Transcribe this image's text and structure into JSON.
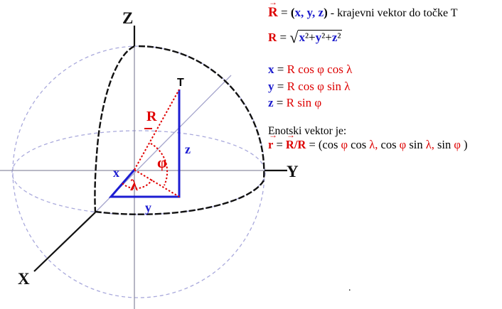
{
  "colors": {
    "formula_red": "#dd0000",
    "formula_blue": "#1c1ccd",
    "diagram_blue_components": "#1c1cd2",
    "diagram_red_vector": "#e00000",
    "sphere_light": "#a9a9dc",
    "hidden_axis_gray": "#8f8fa4",
    "black": "#000000"
  },
  "diagram": {
    "labels": {
      "z_axis": "Z",
      "y_axis": "Y",
      "x_axis": "X",
      "point_t": "T",
      "radius": "R",
      "phi": "φ",
      "lambda": "λ",
      "x_comp": "x",
      "y_comp": "y",
      "z_comp": "z"
    }
  },
  "formulas": {
    "arrow": "→",
    "line1": {
      "R": "R",
      "eq": " = ",
      "open": "(",
      "xyz": "x, y, z",
      "close": ")",
      "rest": " - krajevni vektor do točke T"
    },
    "line2": {
      "R": "R",
      "eq": " = ",
      "root": "√",
      "t1": "x",
      "t2": "²+",
      "t3": "y",
      "t4": "²+",
      "t5": "z",
      "t6": "²"
    },
    "line3": {
      "v": "x",
      "eq": " = ",
      "rhs": "R cos φ cos λ"
    },
    "line4": {
      "v": "y",
      "eq": " = ",
      "rhs": "R cos φ sin λ"
    },
    "line5": {
      "v": "z",
      "eq": " = ",
      "rhs": "R sin φ"
    },
    "line6": "Enotski vektor je:",
    "line7": {
      "r": "r",
      "eq1": " = ",
      "R": "R",
      "slashR": "/R",
      "eq2": " = ",
      "p1": "(cos ",
      "g1": "φ",
      "p2": " cos ",
      "g2": "λ,",
      "p3": " cos ",
      "g3": "φ",
      "p4": " sin ",
      "g4": "λ,",
      "p5": " sin ",
      "g5": "φ",
      "p6": " )"
    },
    "stray_dot": "."
  }
}
